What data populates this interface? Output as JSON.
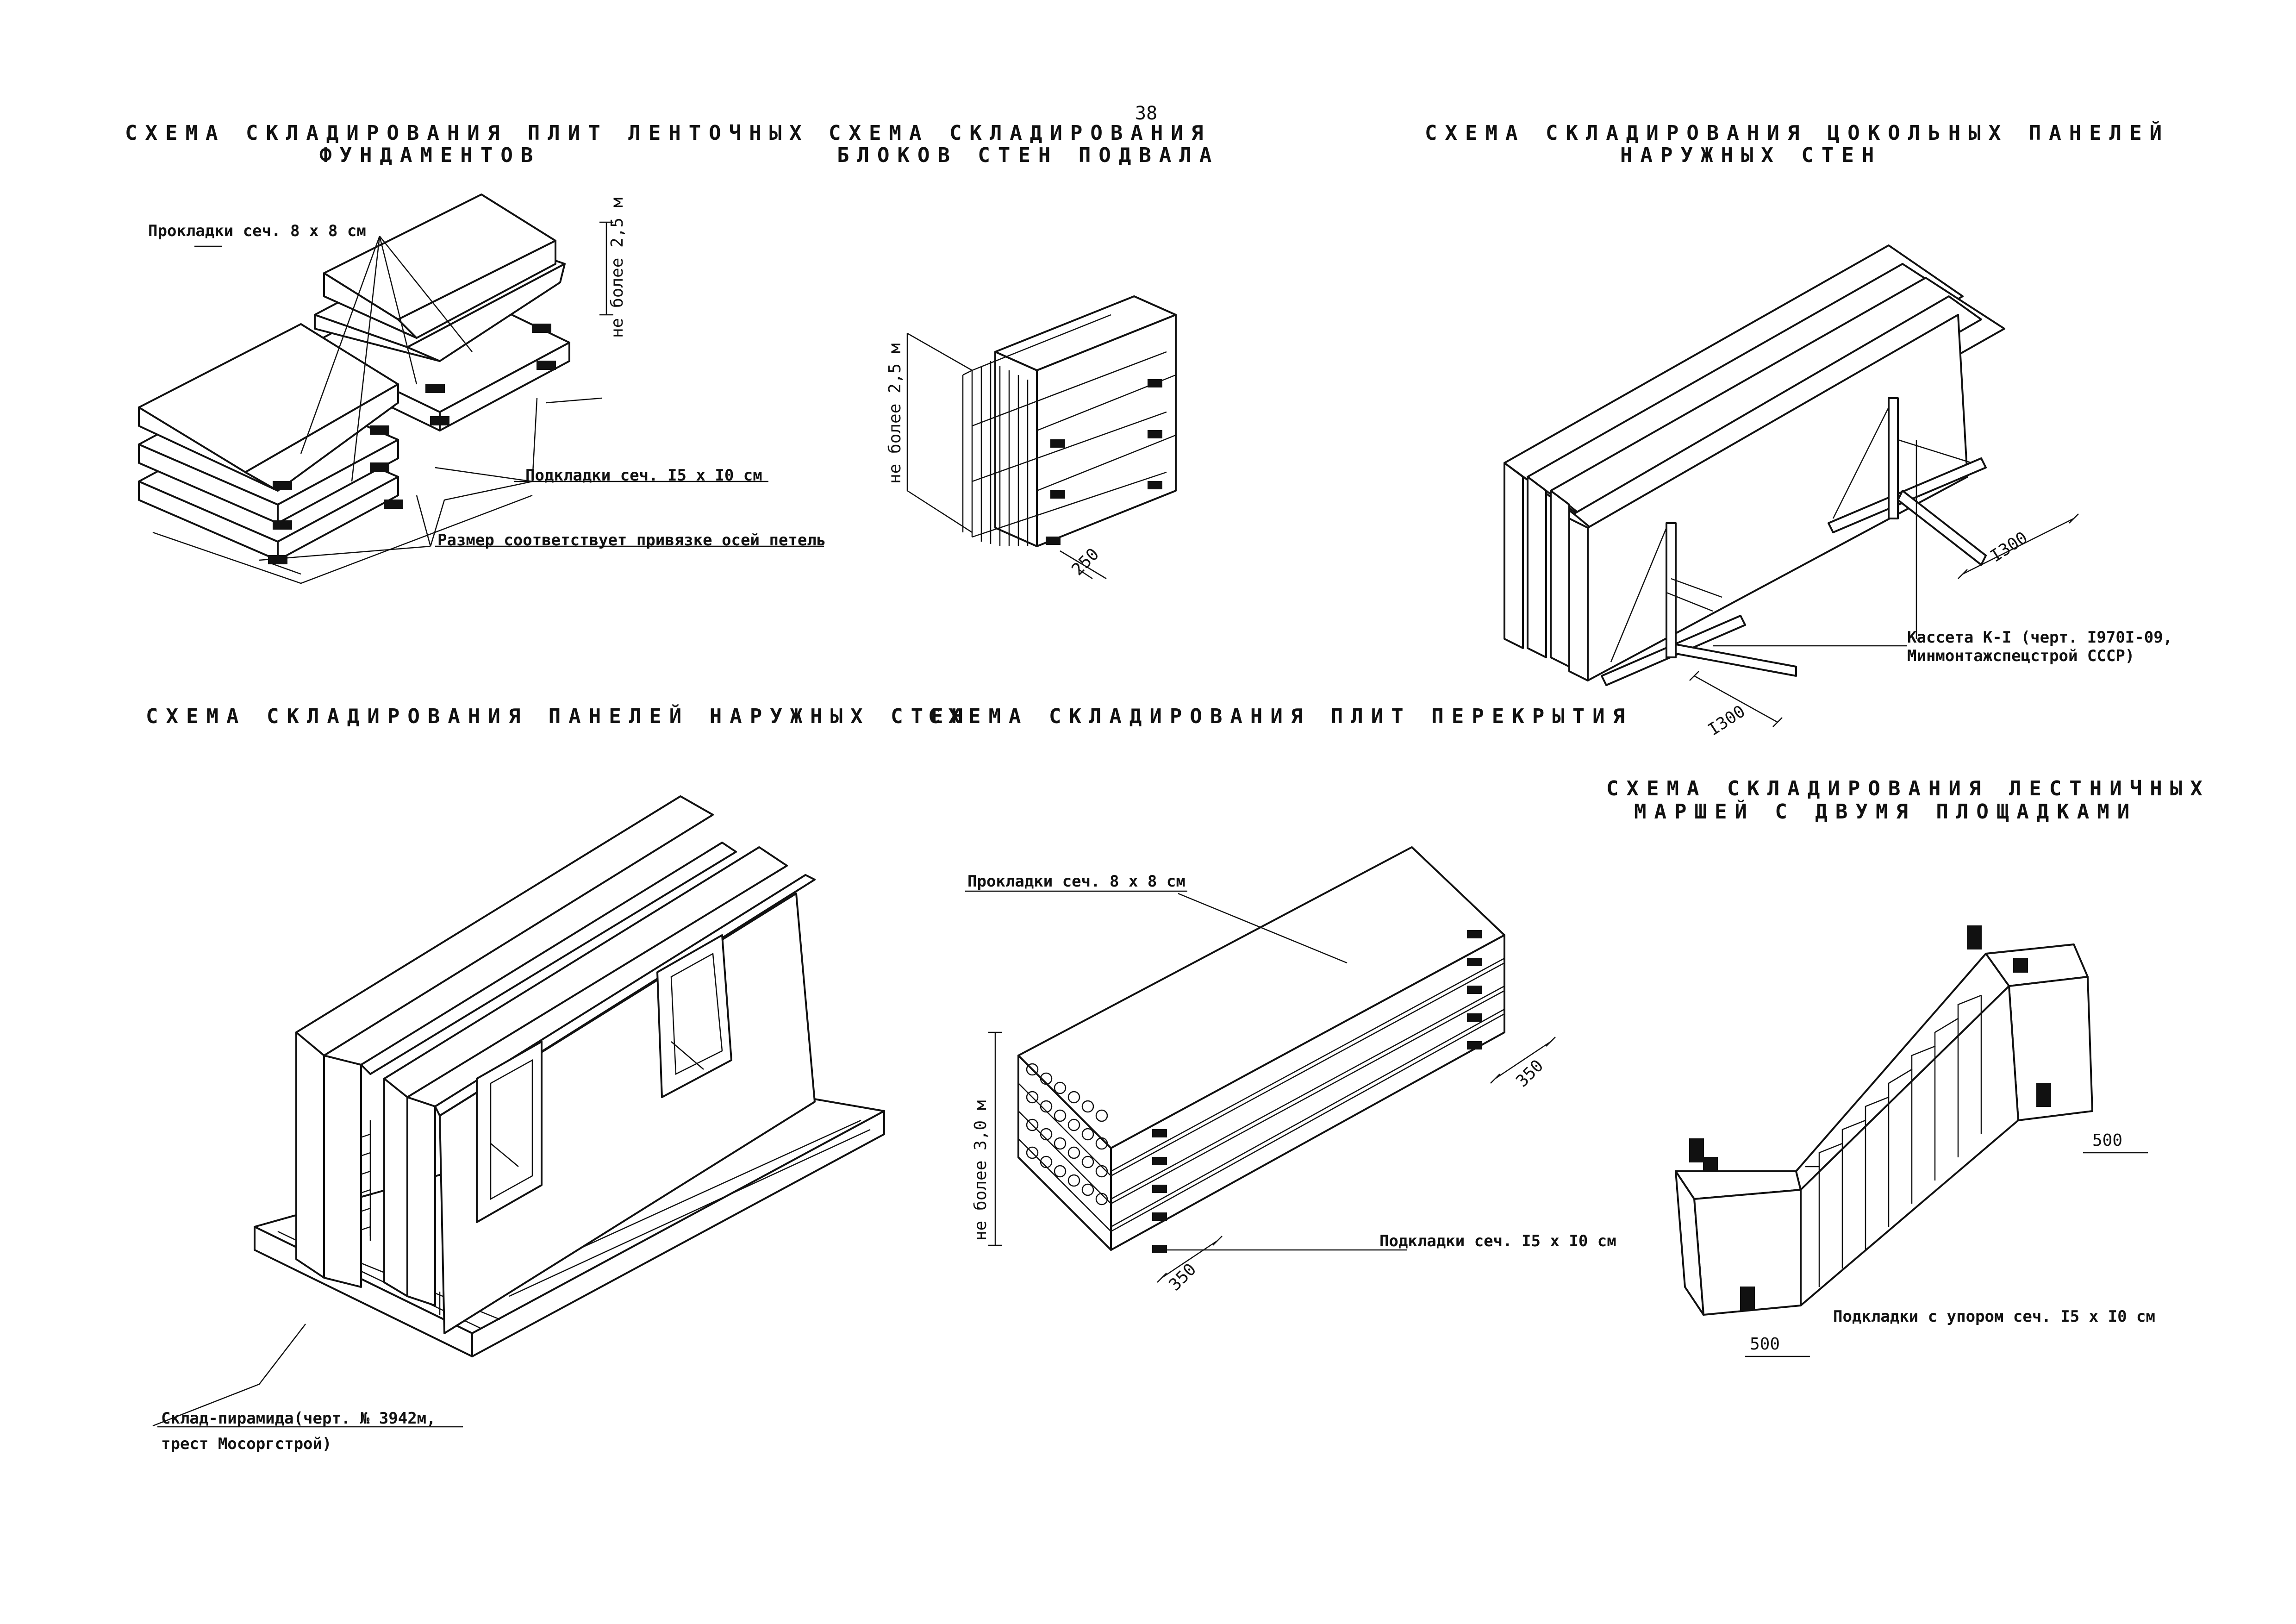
{
  "page_number": "38",
  "titles": {
    "strip_foundations": [
      "СХЕМА СКЛАДИРОВАНИЯ ПЛИТ ЛЕНТОЧНЫХ",
      "ФУНДАМЕНТОВ"
    ],
    "basement_blocks": [
      "СХЕМА СКЛАДИРОВАНИЯ",
      "БЛОКОВ СТЕН ПОДВАЛА"
    ],
    "plinth_panels": [
      "СХЕМА СКЛАДИРОВАНИЯ ЦОКОЛЬНЫХ ПАНЕЛЕЙ",
      "НАРУЖНЫХ СТЕН"
    ],
    "exterior_panels": "СХЕМА СКЛАДИРОВАНИЯ ПАНЕЛЕЙ НАРУЖНЫХ  СТЕН",
    "floor_slabs": "СХЕМА СКЛАДИРОВАНИЯ ПЛИТ ПЕРЕКРЫТИЯ",
    "stair_flights": [
      "СХЕМА СКЛАДИРОВАНИЯ ЛЕСТНИЧНЫХ",
      "МАРШЕЙ С ДВУМЯ ПЛОЩАДКАМИ"
    ]
  },
  "labels": {
    "spacers_8x8": "Прокладки сеч. 8 х 8 см",
    "height_25": "не более 2,5 м",
    "supports_15x10": "Подкладки сеч. I5 х I0 см",
    "loop_axes_note": "Размер соответствует привязке осей петель",
    "block_height_25": "не более 2,5 м",
    "block_dim_250": "250",
    "cassette_line1": "Кассета К-I (черт. I970I-09,",
    "cassette_line2": "Минмонтажспецстрой СССР)",
    "dim_1300_a": "I300",
    "dim_1300_b": "I300",
    "pyramid_line1": "Склад-пирамида(черт. № 3942м,",
    "pyramid_line2": "трест Мосоргстрой)",
    "slab_spacers_8x8": "Прокладки сеч. 8 х 8 см",
    "slab_height_30": "не более 3,0 м",
    "slab_dim_350_a": "350",
    "slab_dim_350_b": "350",
    "slab_supports_15x10": "Подкладки сеч. I5 х I0 см",
    "stair_dim_500_a": "500",
    "stair_dim_500_b": "500",
    "stair_supports": "Подкладки с упором сеч. I5 х I0 см"
  }
}
